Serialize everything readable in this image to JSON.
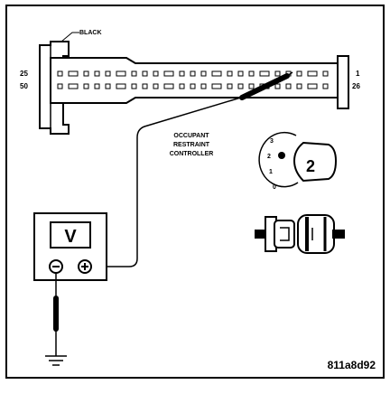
{
  "diagram": {
    "wire_label": "BLACK",
    "connector": {
      "left_pins_top": "25",
      "left_pins_bottom": "50",
      "right_pins_top": "1",
      "right_pins_bottom": "26"
    },
    "module_label": [
      "OCCUPANT",
      "RESTRAINT",
      "CONTROLLER"
    ],
    "ignition_switch": {
      "positions": [
        "3",
        "2",
        "1",
        "0"
      ],
      "key_number": "2"
    },
    "voltmeter": {
      "display": "V",
      "negative_terminal": "minus",
      "positive_terminal": "plus"
    },
    "figure_id": "811a8d92"
  }
}
